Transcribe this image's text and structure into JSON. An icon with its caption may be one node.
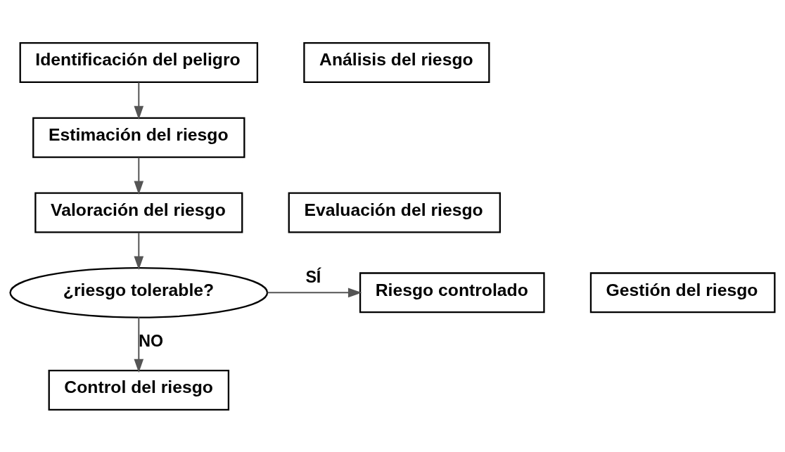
{
  "diagram": {
    "nodes": [
      {
        "text": [
          "Identificación del peligro"
        ]
      },
      {
        "text": [
          "Análisis del riesgo"
        ]
      },
      {
        "text": [
          "Estimación del riesgo"
        ]
      },
      {
        "text": [
          "Evaluación del riesgo"
        ]
      },
      {
        "text": [
          "Valoración del riesgo"
        ]
      },
      {
        "text": [
          "¿riesgo tolerable?"
        ]
      },
      {
        "text": [
          "Riesgo controlado"
        ]
      },
      {
        "text": [
          "Gestión del riesgo"
        ]
      },
      {
        "text": [
          "Control del riesgo"
        ]
      }
    ],
    "edges": [
      {
        "from": 0,
        "to": 2,
        "arrow": "to"
      },
      {
        "from": 2,
        "to": 4,
        "arrow": "to"
      },
      {
        "from": 4,
        "to": 5,
        "arrow": "to"
      },
      {
        "from": 5,
        "to": 6,
        "arrow": "to",
        "label": "SÍ"
      },
      {
        "from": 5,
        "to": 8,
        "arrow": "to",
        "label": "NO"
      }
    ]
  }
}
